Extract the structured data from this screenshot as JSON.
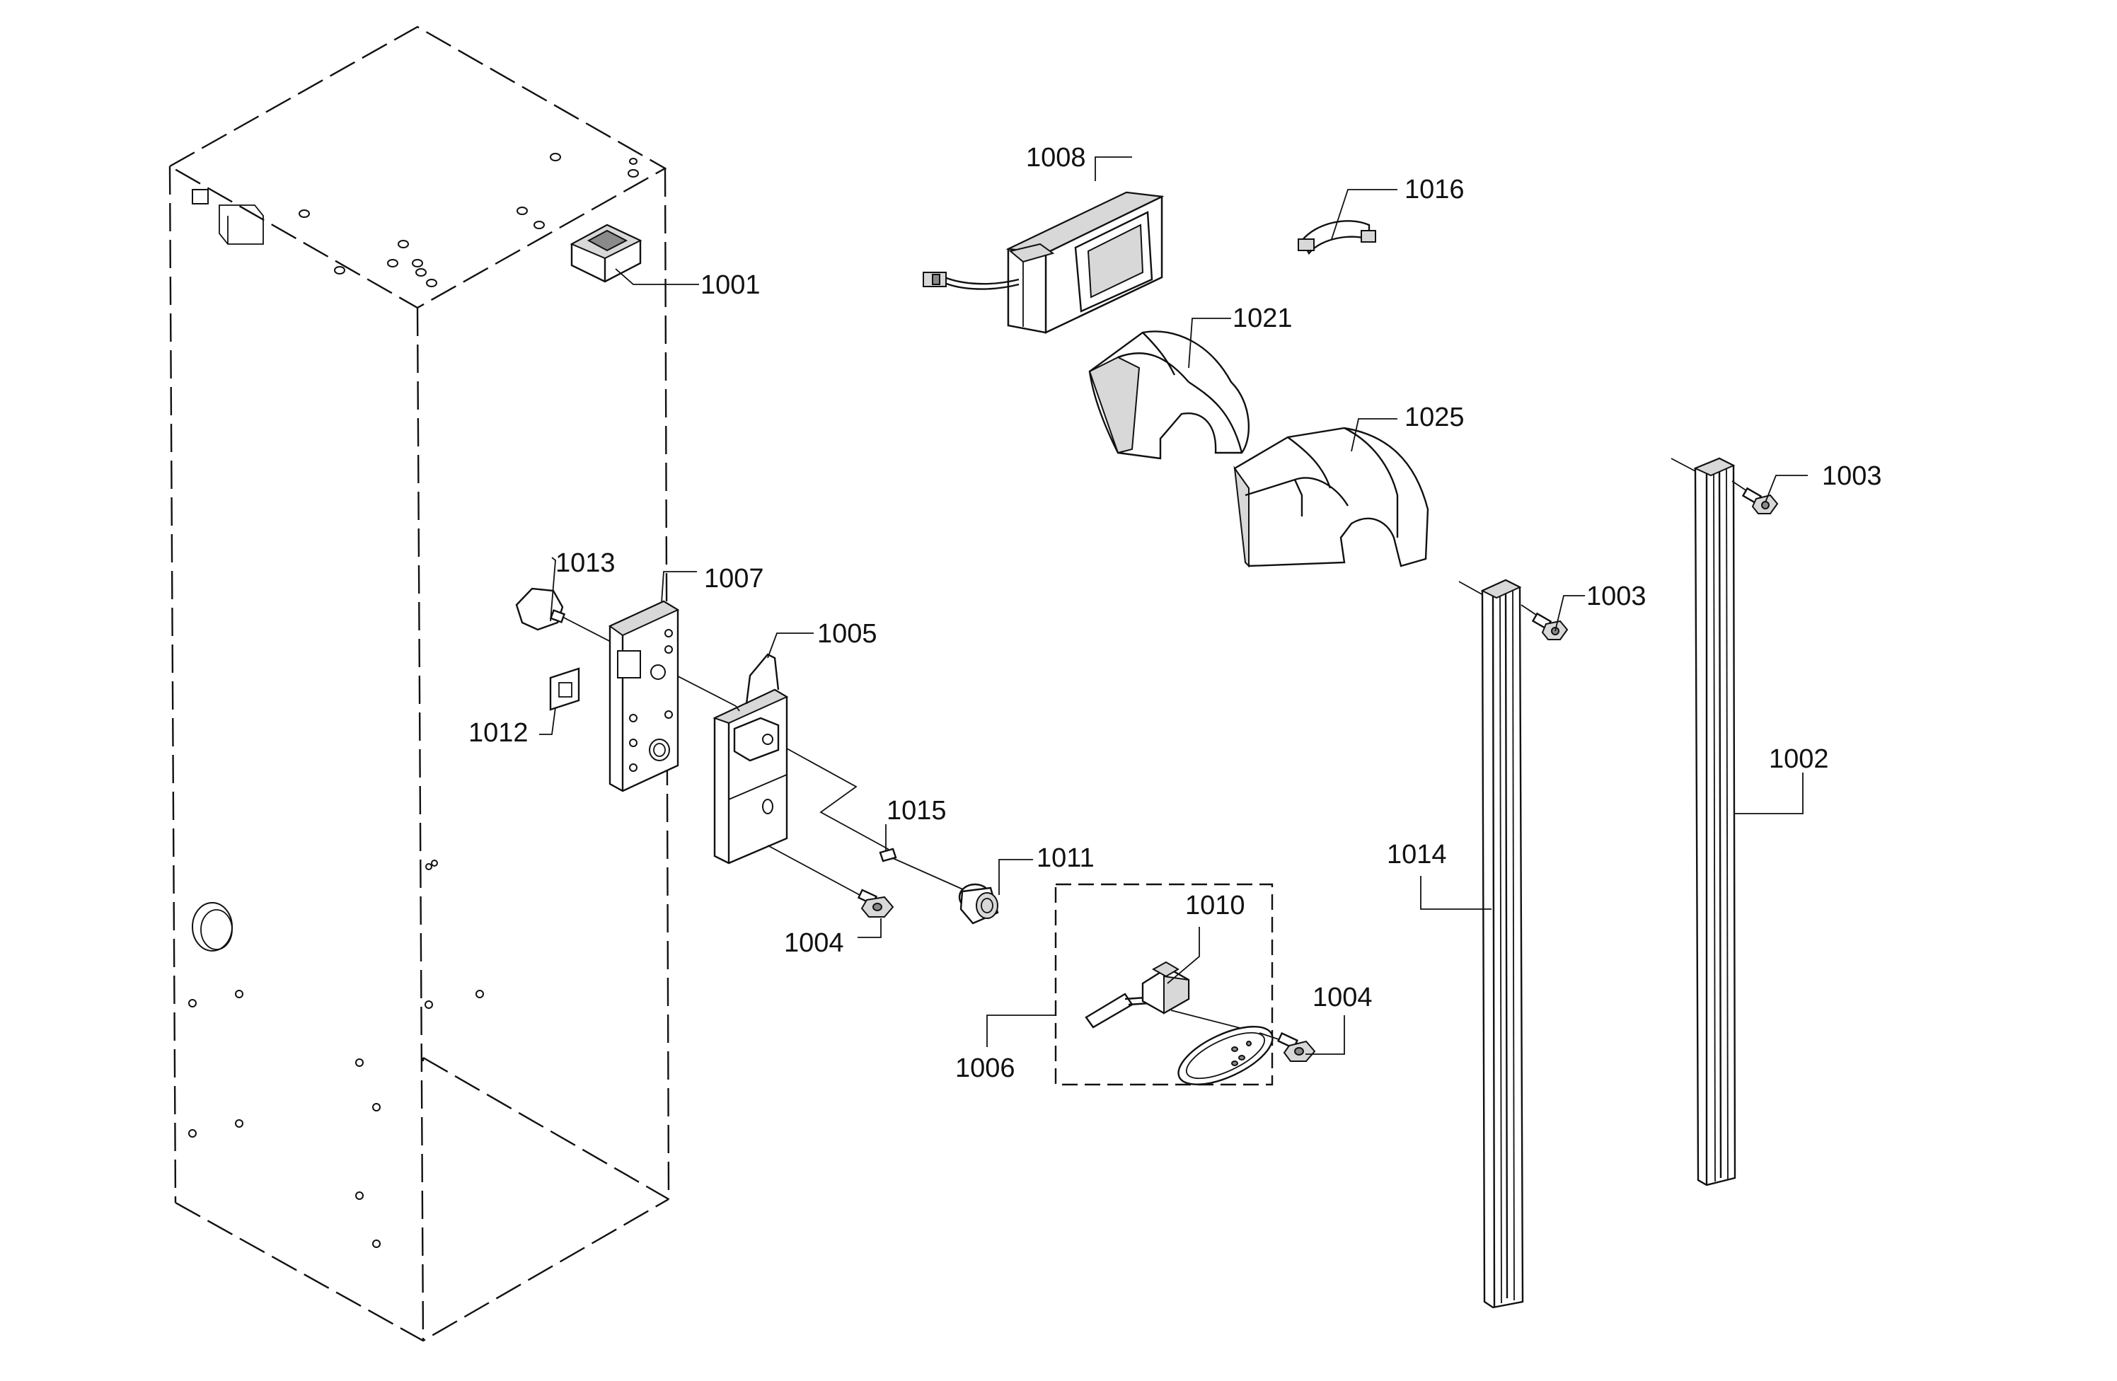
{
  "labels": {
    "c1001": "1001",
    "c1002": "1002",
    "c1003a": "1003",
    "c1003b": "1003",
    "c1004a": "1004",
    "c1004b": "1004",
    "c1005": "1005",
    "c1006": "1006",
    "c1007": "1007",
    "c1008": "1008",
    "c1010": "1010",
    "c1011": "1011",
    "c1012": "1012",
    "c1013": "1013",
    "c1014": "1014",
    "c1015": "1015",
    "c1016": "1016",
    "c1021": "1021",
    "c1025": "1025"
  }
}
